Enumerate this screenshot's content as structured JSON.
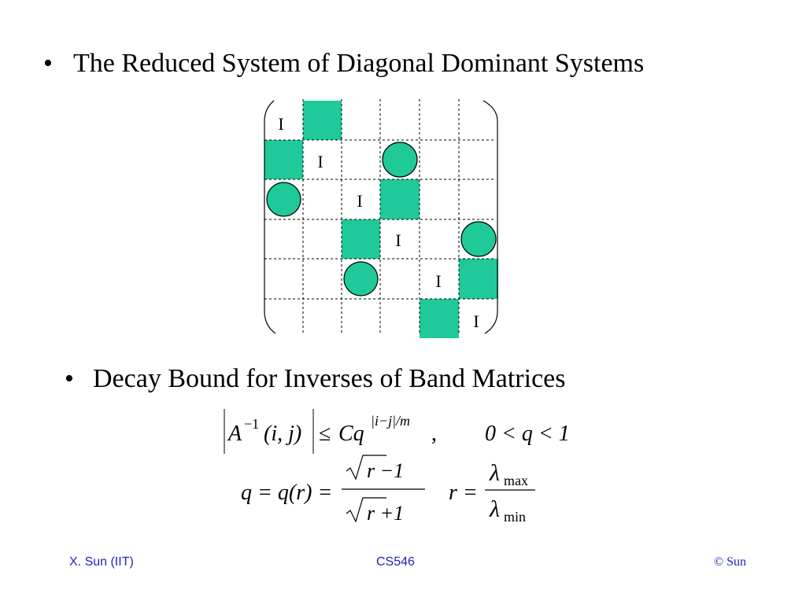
{
  "slide": {
    "bullet_symbol": "•",
    "bullet1": "The Reduced System of Diagonal Dominant Systems",
    "bullet2": "Decay Bound for Inverses of Band Matrices"
  },
  "matrix": {
    "identity_label": "I",
    "fill_color": "#1fc99a",
    "diagonal_labels": [
      "I",
      "I",
      "I",
      "I",
      "I",
      "I"
    ],
    "blocks": [
      {
        "row": 0,
        "col": 1,
        "shape": "square"
      },
      {
        "row": 1,
        "col": 0,
        "shape": "square"
      },
      {
        "row": 1,
        "col": 3,
        "shape": "circle"
      },
      {
        "row": 2,
        "col": 0,
        "shape": "circle"
      },
      {
        "row": 2,
        "col": 3,
        "shape": "square"
      },
      {
        "row": 3,
        "col": 2,
        "shape": "square"
      },
      {
        "row": 3,
        "col": 5,
        "shape": "circle"
      },
      {
        "row": 4,
        "col": 2,
        "shape": "circle"
      },
      {
        "row": 4,
        "col": 5,
        "shape": "square"
      },
      {
        "row": 5,
        "col": 4,
        "shape": "square"
      }
    ]
  },
  "equations": {
    "A": "A",
    "inv_exp": "−1",
    "ij": "(i, j)",
    "leq": "≤",
    "Cq": "Cq",
    "decay_exp": "|i−j|/m",
    "comma": ",",
    "range": "0 < q < 1",
    "q_def": "q = q(r) =",
    "num": "r −1",
    "den": "r +1",
    "r_eq": "r =",
    "lambda": "λ",
    "max": "max",
    "min": "min"
  },
  "footer": {
    "left": "X. Sun (IIT)",
    "center": "CS546",
    "right": "© Sun"
  }
}
